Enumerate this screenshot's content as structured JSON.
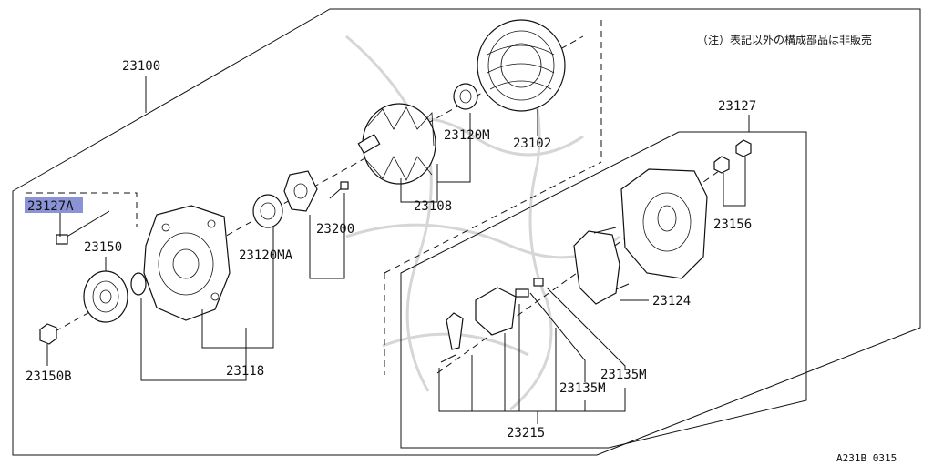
{
  "note": "（注）表記以外の構成部品は非販売",
  "drawing_code": "A231B 0315",
  "highlight_color": "#8a93d6",
  "labels": {
    "p23100": "23100",
    "p23127a_num": "23127",
    "p23127a_suffix": "A",
    "p23150": "23150",
    "p23150b": "23150B",
    "p23118": "23118",
    "p23120ma": "23120MA",
    "p23200": "23200",
    "p23108": "23108",
    "p23120m": "23120M",
    "p23102": "23102",
    "p23127": "23127",
    "p23156": "23156",
    "p23124": "23124",
    "p23135m_a": "23135M",
    "p23135m_b": "23135M",
    "p23215": "23215"
  }
}
